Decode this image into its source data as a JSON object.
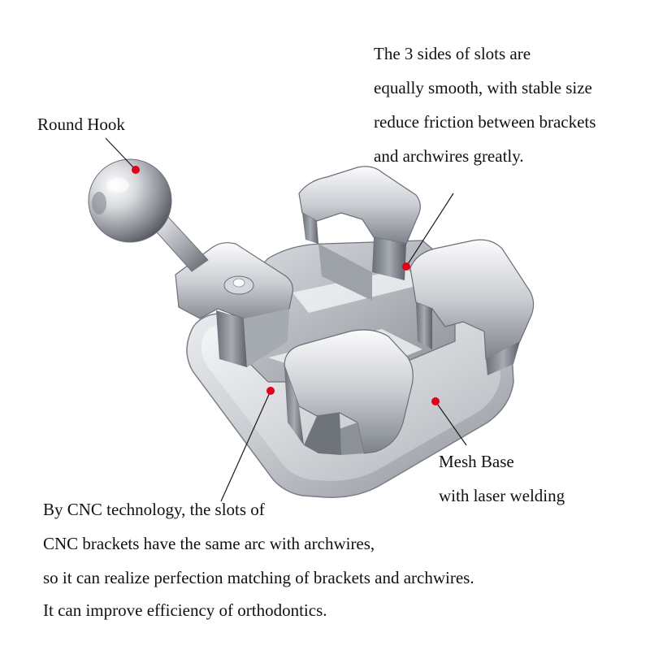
{
  "labels": {
    "round_hook": "Round Hook",
    "slots_note": [
      "The 3 sides of slots are",
      "equally smooth, with stable size",
      "reduce friction between brackets",
      "and archwires greatly."
    ],
    "mesh_base": [
      "Mesh Base",
      "with laser welding"
    ],
    "cnc_note": [
      "By CNC technology, the slots of",
      "CNC brackets have the same arc with archwires,",
      "so it can realize perfection matching of brackets and archwires.",
      "It can improve efficiency of orthodontics."
    ]
  },
  "colors": {
    "marker": "#e0001b",
    "leader_line": "#1a1a1a",
    "metal_light": "#f4f4f6",
    "metal_mid": "#b9bcc2",
    "metal_dark": "#5d6068"
  }
}
